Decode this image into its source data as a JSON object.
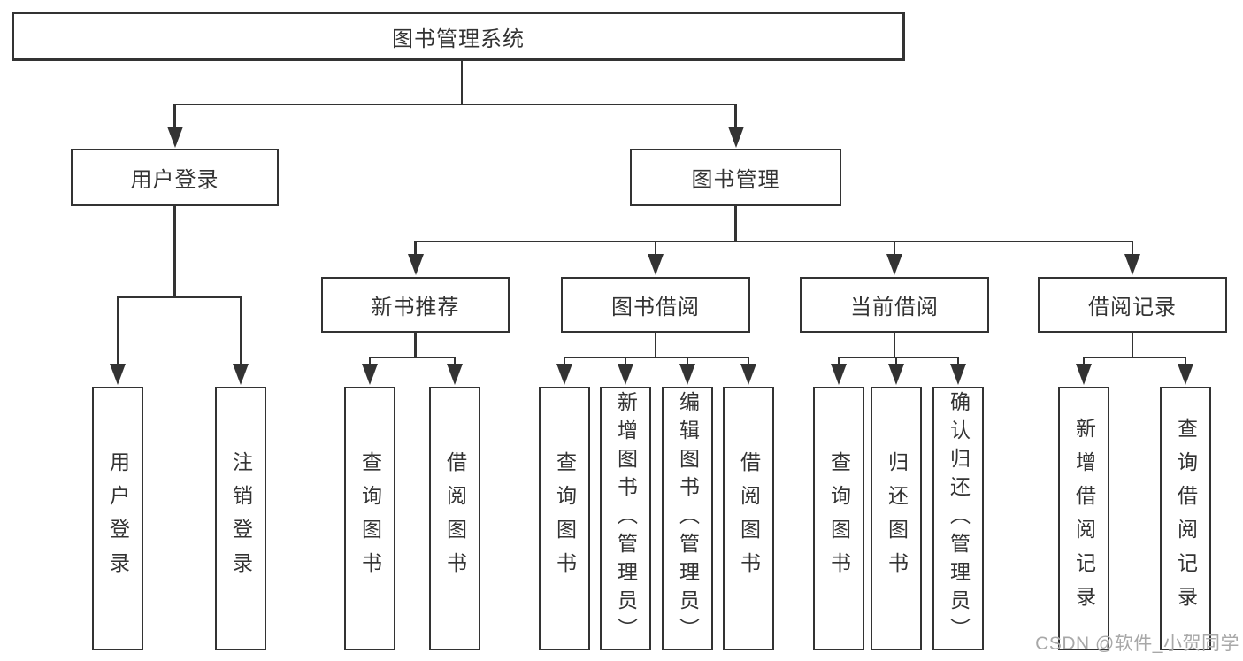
{
  "root_label": "图书管理系统",
  "nodes": {
    "user_login": "用户登录",
    "book_management": "图书管理",
    "new_book_recommend": "新书推荐",
    "book_borrow": "图书借阅",
    "current_borrow": "当前借阅",
    "borrow_records": "借阅记录"
  },
  "leaves": {
    "user_login": [
      "用户登录",
      "注销登录"
    ],
    "new_book_recommend": [
      "查询图书",
      "借阅图书"
    ],
    "book_borrow": [
      "查询图书",
      "新增图书（管理员）",
      "编辑图书（管理员）",
      "借阅图书"
    ],
    "current_borrow": [
      "查询图书",
      "归还图书",
      "确认归还（管理员）"
    ],
    "borrow_records": [
      "新增借阅记录",
      "查询借阅记录"
    ]
  },
  "watermark": "CSDN @软件_小贺同学",
  "colors": {
    "line": "#333333",
    "text": "#333333",
    "background": "#ffffff",
    "watermark": "#a8a8a8"
  }
}
